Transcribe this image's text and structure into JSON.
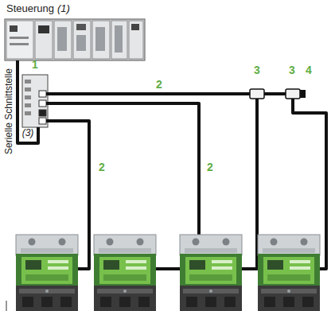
{
  "diagram": {
    "nodes": [
      {
        "text": [
          "Steuerung",
          "(1)"
        ]
      },
      {
        "text": [
          "1"
        ]
      }
    ],
    "edges": [
      {
        "from": 0,
        "to": 1,
        "arrow": "none"
      }
    ],
    "labels": [
      "Serielle Schnittstelle",
      "(3)",
      "2",
      "2",
      "2",
      "3",
      "3",
      "4"
    ]
  }
}
